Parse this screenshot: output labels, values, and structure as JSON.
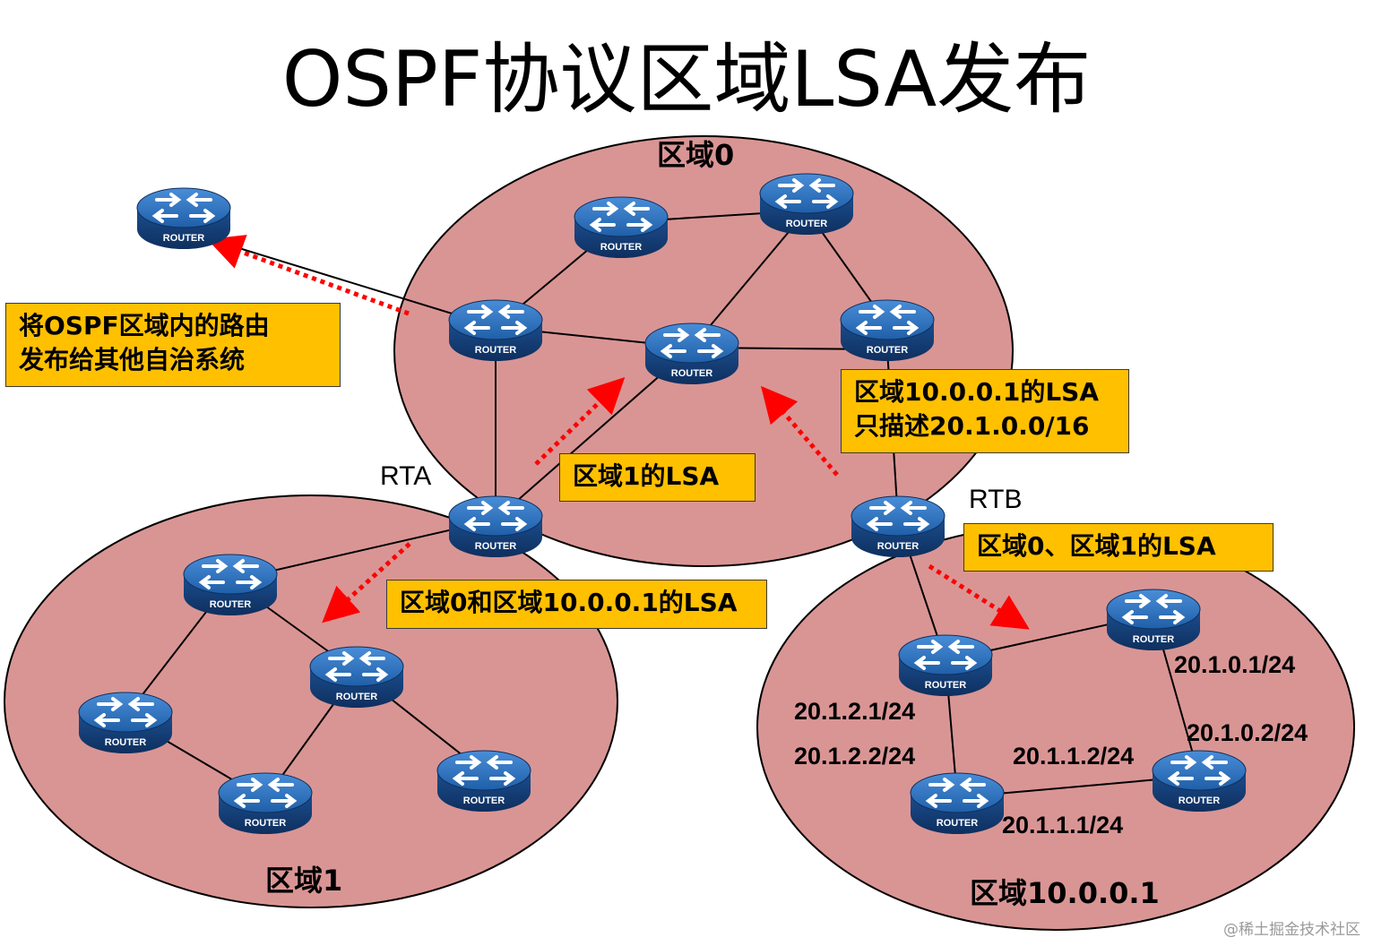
{
  "title": "OSPF协议区域LSA发布",
  "areas": {
    "area0": "区域0",
    "area1": "区域1",
    "area10": "区域10.0.0.1"
  },
  "router_names": {
    "rta": "RTA",
    "rtb": "RTB"
  },
  "router_icon_label": "ROUTER",
  "callouts": {
    "external": [
      "将OSPF区域内的路由",
      "发布给其他自治系统"
    ],
    "rtb_to_area0": [
      "区域10.0.0.1的LSA",
      "只描述20.1.0.0/16"
    ],
    "rta_to_area0": "区域1的LSA",
    "rta_to_area1": "区域0和区域10.0.0.1的LSA",
    "rtb_to_area10": "区域0、区域1的LSA"
  },
  "ip_labels": {
    "a": "20.1.0.1/24",
    "b": "20.1.2.1/24",
    "c": "20.1.0.2/24",
    "d": "20.1.2.2/24",
    "e": "20.1.1.2/24",
    "f": "20.1.1.1/24"
  },
  "colors": {
    "area_fill": "#d99594",
    "callout_fill": "#ffc000",
    "router_body": "#1f5fa8",
    "arrow": "#ff0000"
  },
  "watermark": "@稀土掘金技术社区"
}
